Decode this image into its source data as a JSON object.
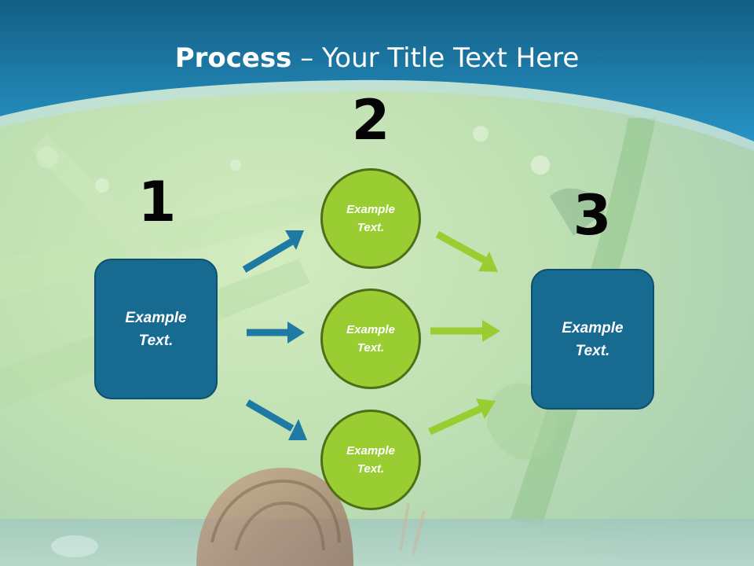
{
  "slide": {
    "title_bold": "Process",
    "title_rest": " – Your Title Text Here",
    "colors": {
      "header_blue": "#1b7fb0",
      "box_blue": "#176a90",
      "circle_green": "#9acd32",
      "arrow_blue": "#1f7aa3",
      "arrow_green": "#9acd32"
    }
  },
  "steps": [
    {
      "number": "1",
      "text": "Example Text."
    },
    {
      "number": "2",
      "text": "Example Text."
    },
    {
      "number": "3",
      "text": "Example Text."
    }
  ],
  "circles": [
    {
      "text": "Example Text."
    },
    {
      "text": "Example Text."
    },
    {
      "text": "Example Text."
    }
  ]
}
